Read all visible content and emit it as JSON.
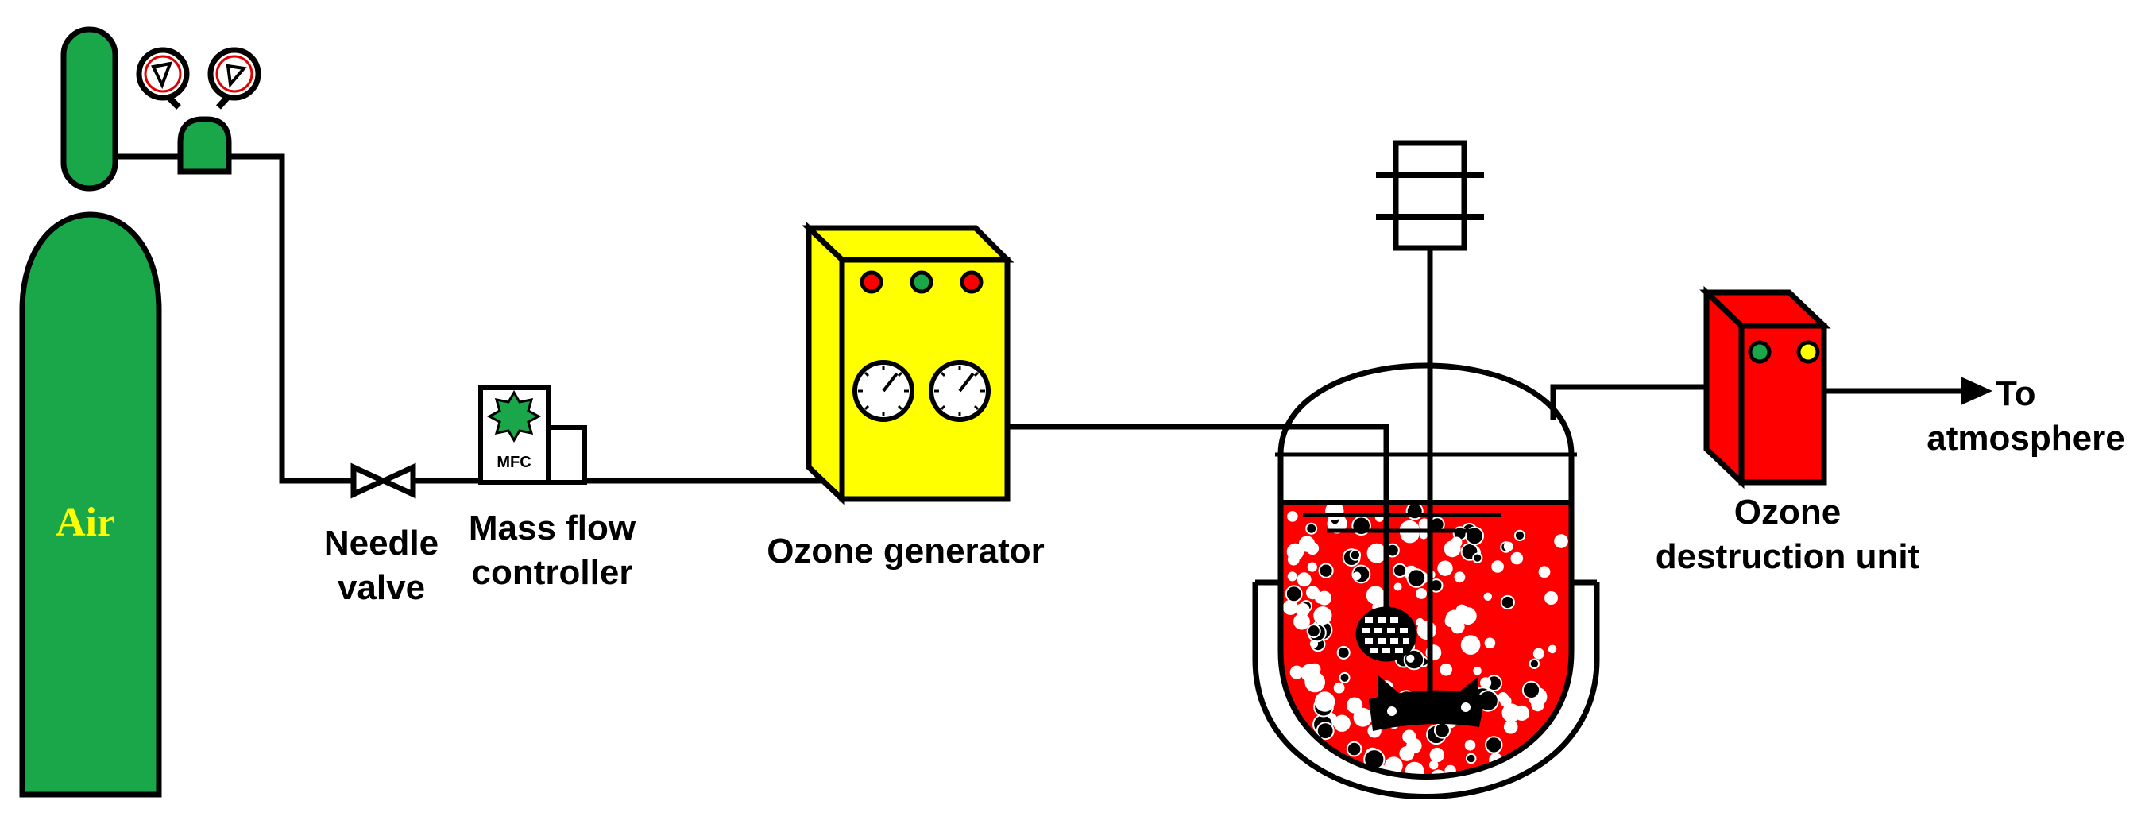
{
  "colors": {
    "cylinder": "#19a74a",
    "generator": "#ffff00",
    "destruction_unit": "#ff0000",
    "liquid": "#ff0000",
    "star": "#19a74a",
    "lamp_red": "#ff0000",
    "lamp_green": "#19a74a",
    "lamp_yellow": "#ffff00",
    "cylinder_text": "#ffff00",
    "line": "#000000"
  },
  "cylinder": {
    "label": "Air"
  },
  "mfc": {
    "badge": "MFC"
  },
  "labels": {
    "needle_valve": [
      "Needle",
      "valve"
    ],
    "mfc": [
      "Mass flow",
      "controller"
    ],
    "ozone_generator": "Ozone generator",
    "destruction_unit": [
      "Ozone",
      "destruction unit"
    ],
    "outlet": [
      "To",
      "atmosphere"
    ]
  },
  "icons": [
    "gas-cylinder-icon",
    "pressure-regulator-icon",
    "gauge-icon",
    "needle-valve-icon",
    "mass-flow-controller-icon",
    "ozone-generator-icon",
    "stirred-reactor-icon",
    "stirrer-motor-icon",
    "destruction-unit-icon",
    "arrow-right-icon"
  ]
}
